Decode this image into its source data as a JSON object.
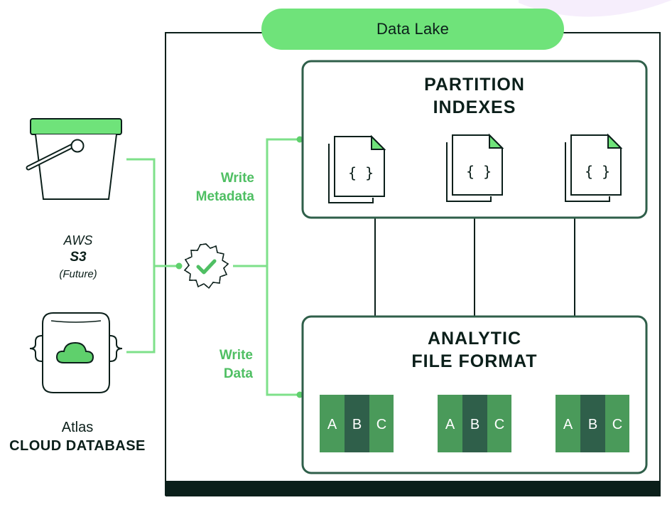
{
  "data_lake": {
    "label": "Data Lake"
  },
  "partition_indexes": {
    "title_line1": "PARTITION",
    "title_line2": "INDEXES"
  },
  "analytic_file_format": {
    "title_line1": "ANALYTIC",
    "title_line2": "FILE FORMAT",
    "columns": [
      "A",
      "B",
      "C"
    ]
  },
  "write_metadata": {
    "line1": "Write",
    "line2": "Metadata"
  },
  "write_data": {
    "line1": "Write",
    "line2": "Data"
  },
  "aws_s3": {
    "line1": "AWS",
    "line2": "S3",
    "line3": "(Future)"
  },
  "atlas": {
    "line1": "Atlas",
    "line2": "CLOUD DATABASE"
  },
  "icons": {
    "bucket": "bucket-icon",
    "cloud_database": "cloud-database-icon",
    "verify": "check-badge-icon",
    "json_document": "json-document-icon"
  },
  "colors": {
    "accent_green": "#6fe37a",
    "line_green": "#7ee08a",
    "label_green": "#4fbf63",
    "dark": "#0b1f1a",
    "cell_light": "#4a9a5a",
    "cell_dark": "#2f5f4a"
  }
}
